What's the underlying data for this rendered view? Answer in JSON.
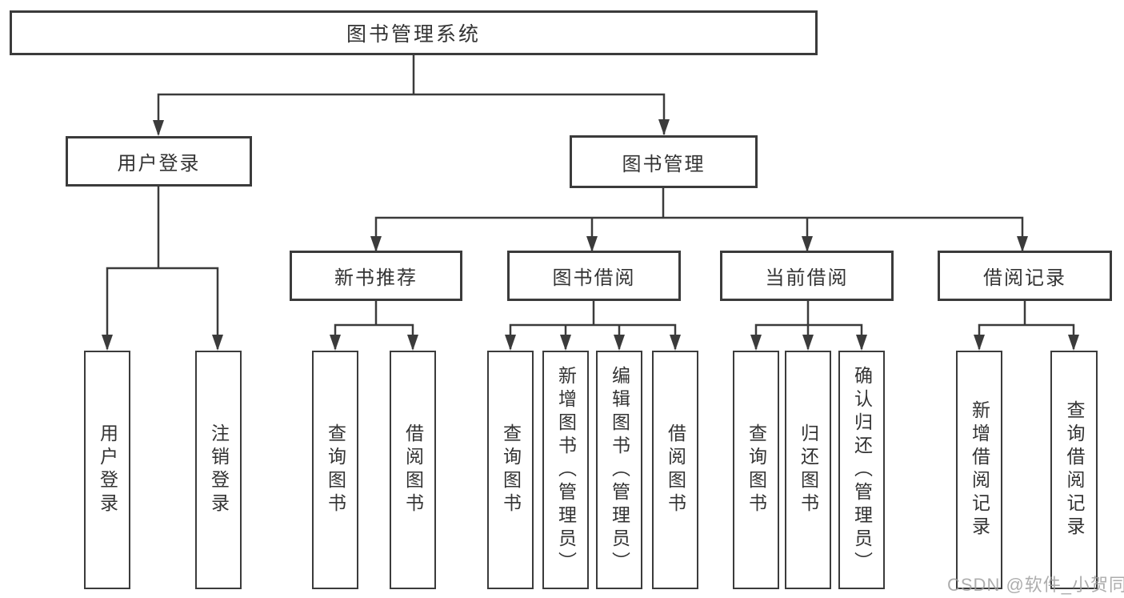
{
  "colors": {
    "background": "#ffffff",
    "line": "#3b3b3b",
    "box_border": "#3b3b3b",
    "text": "#333333",
    "watermark": "#9c9c9c"
  },
  "tree": {
    "root": {
      "label": "图书管理系统"
    },
    "level2": [
      {
        "label": "用户登录"
      },
      {
        "label": "图书管理"
      }
    ],
    "level3": [
      {
        "label": "新书推荐"
      },
      {
        "label": "图书借阅"
      },
      {
        "label": "当前借阅"
      },
      {
        "label": "借阅记录"
      }
    ],
    "leaves": [
      {
        "label": "用户登录"
      },
      {
        "label": "注销登录"
      },
      {
        "label": "查询图书"
      },
      {
        "label": "借阅图书"
      },
      {
        "label": "查询图书"
      },
      {
        "label": "新增图书（管理员）"
      },
      {
        "label": "编辑图书（管理员）"
      },
      {
        "label": "借阅图书"
      },
      {
        "label": "查询图书"
      },
      {
        "label": "归还图书"
      },
      {
        "label": "确认归还（管理员）"
      },
      {
        "label": "新增借阅记录"
      },
      {
        "label": "查询借阅记录"
      }
    ]
  },
  "watermark": {
    "text": "CSDN @软件_小贺同学"
  }
}
